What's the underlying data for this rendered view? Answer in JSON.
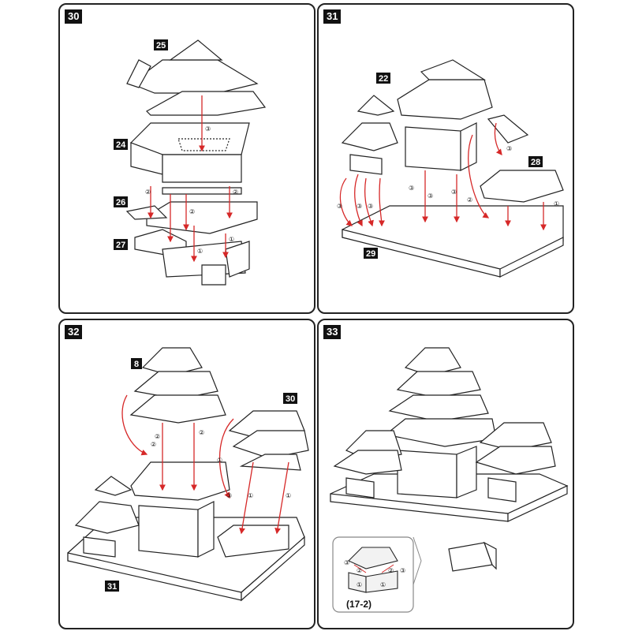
{
  "steps": [
    {
      "number": "30",
      "parts": [
        "25",
        "24",
        "26",
        "27"
      ]
    },
    {
      "number": "31",
      "parts": [
        "22",
        "28",
        "29"
      ]
    },
    {
      "number": "32",
      "parts": [
        "8",
        "30",
        "31"
      ]
    },
    {
      "number": "33",
      "parts": []
    }
  ],
  "detail": {
    "label": "(17-2)"
  },
  "fold_numbers": [
    "①",
    "②",
    "③"
  ],
  "colors": {
    "line": "#222222",
    "arrow": "#d62828",
    "badge": "#111111"
  }
}
